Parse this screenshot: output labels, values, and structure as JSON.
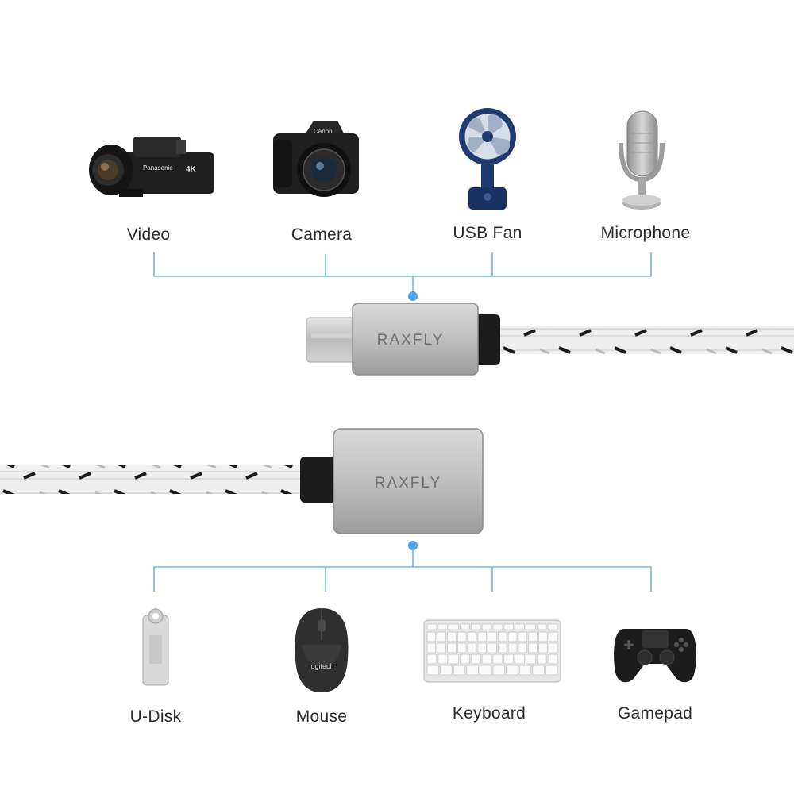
{
  "brand": "RAXFLY",
  "accent_color": "#6fb6ea",
  "top_devices": [
    {
      "label": "Video",
      "icon": "video-camera-icon"
    },
    {
      "label": "Camera",
      "icon": "dslr-camera-icon"
    },
    {
      "label": "USB Fan",
      "icon": "usb-fan-icon"
    },
    {
      "label": "Microphone",
      "icon": "microphone-icon"
    }
  ],
  "bottom_devices": [
    {
      "label": "U-Disk",
      "icon": "usb-disk-icon"
    },
    {
      "label": "Mouse",
      "icon": "mouse-icon"
    },
    {
      "label": "Keyboard",
      "icon": "keyboard-icon"
    },
    {
      "label": "Gamepad",
      "icon": "gamepad-icon"
    }
  ],
  "badge_logitech": "logitech",
  "badge_panasonic": "Panasonic",
  "badge_4k": "4K",
  "badge_canon": "Canon"
}
